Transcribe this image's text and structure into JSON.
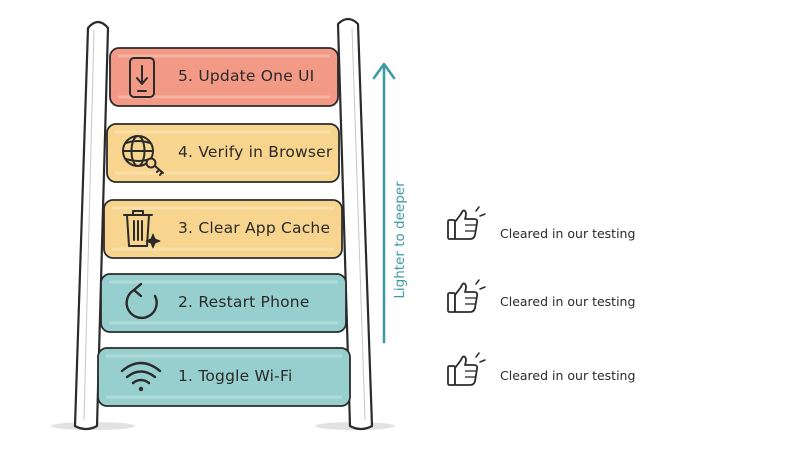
{
  "diagram": {
    "steps": [
      {
        "number": 5,
        "label": "5. Update One UI",
        "color": "#f39a86",
        "icon": "phone-download-icon"
      },
      {
        "number": 4,
        "label": "4. Verify in Browser",
        "color": "#f8d58e",
        "icon": "globe-key-icon"
      },
      {
        "number": 3,
        "label": "3. Clear App Cache",
        "color": "#f8d58e",
        "icon": "trash-sparkle-icon"
      },
      {
        "number": 2,
        "label": "2. Restart Phone",
        "color": "#97cfcf",
        "icon": "restart-icon"
      },
      {
        "number": 1,
        "label": "1. Toggle Wi-Fi",
        "color": "#97cfcf",
        "icon": "wifi-icon"
      }
    ],
    "axis_label": "Lighter to deeper",
    "axis_color": "#3e9ba3",
    "results": [
      {
        "label": "Cleared in our testing",
        "icon": "thumbs-up-icon"
      },
      {
        "label": "Cleared in our testing",
        "icon": "thumbs-up-icon"
      },
      {
        "label": "Cleared in our testing",
        "icon": "thumbs-up-icon"
      }
    ]
  }
}
